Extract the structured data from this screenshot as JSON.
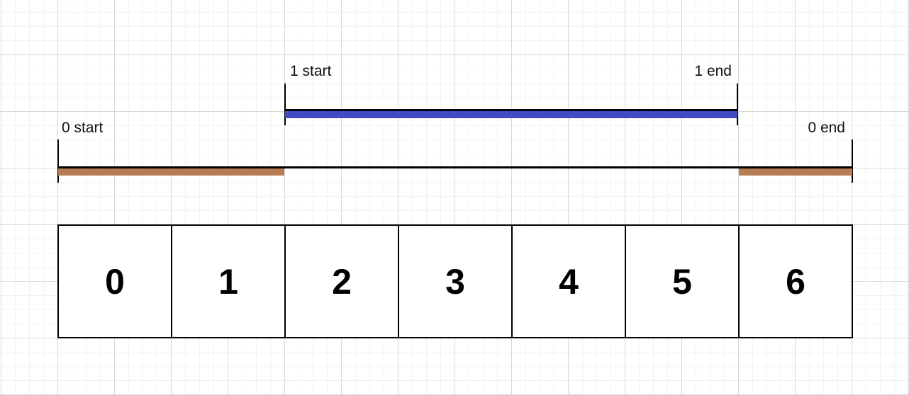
{
  "diagram": {
    "description": "Two labeled intervals drawn above an array of 7 cells",
    "segments": [
      {
        "id": "0",
        "start_label": "0 start",
        "end_label": "0 end",
        "color": "#B87D55",
        "spans_cells": "0 to 6",
        "filled_cells": "0-1 and 6"
      },
      {
        "id": "1",
        "start_label": "1 start",
        "end_label": "1 end",
        "color": "#424BC5",
        "spans_cells": "2 to 5",
        "filled_cells": "2-5"
      }
    ],
    "array_cells": [
      "0",
      "1",
      "2",
      "3",
      "4",
      "5",
      "6"
    ],
    "colors": {
      "line": "#000000",
      "grid_minor": "#f2f2f2",
      "grid_major": "#d9d9d9",
      "background": "#ffffff"
    }
  }
}
